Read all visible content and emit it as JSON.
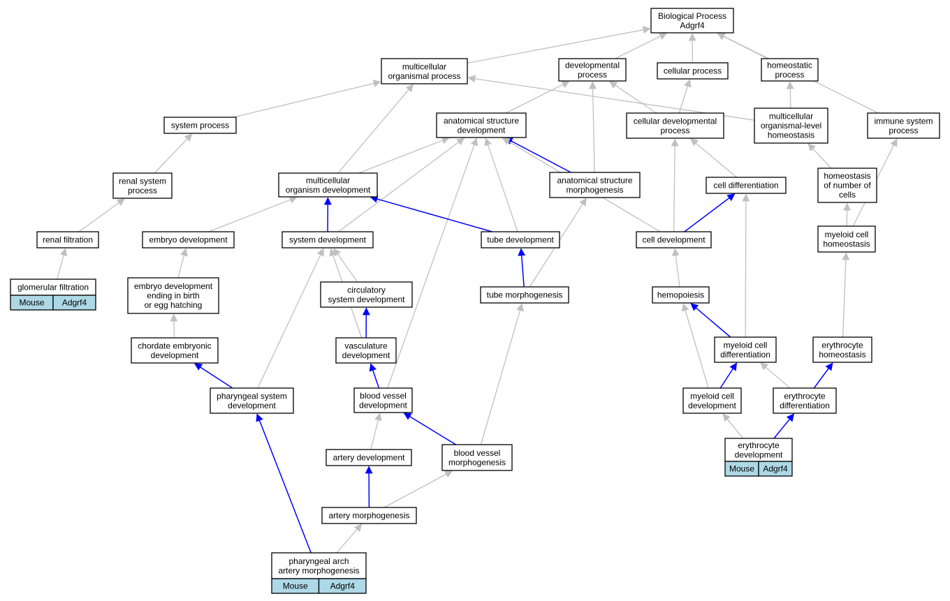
{
  "colors": {
    "is_a_edge": "#c0c0c0",
    "part_of_edge": "#0000ff",
    "annotation_fill": "#add8e6"
  },
  "nodes": {
    "root": [
      "Biological Process",
      "Adgrf4"
    ],
    "multicellular_organismal_process": [
      "multicellular",
      "organismal process"
    ],
    "developmental_process": [
      "developmental",
      "process"
    ],
    "cellular_process": [
      "cellular process"
    ],
    "homeostatic_process": [
      "homeostatic",
      "process"
    ],
    "system_process": [
      "system process"
    ],
    "anatomical_structure_development": [
      "anatomical structure",
      "development"
    ],
    "cellular_developmental_process": [
      "cellular developmental",
      "process"
    ],
    "multicellular_organismal_level_homeostasis": [
      "multicellular",
      "organismal-level",
      "homeostasis"
    ],
    "immune_system_process": [
      "immune system",
      "process"
    ],
    "renal_system_process": [
      "renal system",
      "process"
    ],
    "multicellular_organism_development": [
      "multicellular",
      "organism development"
    ],
    "anatomical_structure_morphogenesis": [
      "anatomical structure",
      "morphogenesis"
    ],
    "cell_differentiation": [
      "cell differentiation"
    ],
    "homeostasis_of_number_of_cells": [
      "homeostasis",
      "of number of",
      "cells"
    ],
    "renal_filtration": [
      "renal filtration"
    ],
    "embryo_development": [
      "embryo development"
    ],
    "system_development": [
      "system development"
    ],
    "tube_development": [
      "tube development"
    ],
    "cell_development": [
      "cell development"
    ],
    "myeloid_cell_homeostasis": [
      "myeloid cell",
      "homeostasis"
    ],
    "glomerular_filtration": [
      "glomerular filtration"
    ],
    "embryo_development_ending": [
      "embryo development",
      "ending in birth",
      "or egg hatching"
    ],
    "circulatory_system_development": [
      "circulatory",
      "system development"
    ],
    "tube_morphogenesis": [
      "tube morphogenesis"
    ],
    "hemopoiesis": [
      "hemopoiesis"
    ],
    "chordate_embryonic_development": [
      "chordate embryonic",
      "development"
    ],
    "vasculature_development": [
      "vasculature",
      "development"
    ],
    "myeloid_cell_differentiation": [
      "myeloid cell",
      "differentiation"
    ],
    "erythrocyte_homeostasis": [
      "erythrocyte",
      "homeostasis"
    ],
    "pharyngeal_system_development": [
      "pharyngeal system",
      "development"
    ],
    "blood_vessel_development": [
      "blood vessel",
      "development"
    ],
    "myeloid_cell_development": [
      "myeloid cell",
      "development"
    ],
    "erythrocyte_differentiation": [
      "erythrocyte",
      "differentiation"
    ],
    "artery_development": [
      "artery development"
    ],
    "blood_vessel_morphogenesis": [
      "blood vessel",
      "morphogenesis"
    ],
    "erythrocyte_development": [
      "erythrocyte",
      "development"
    ],
    "artery_morphogenesis": [
      "artery morphogenesis"
    ],
    "pharyngeal_arch_artery_morphogenesis": [
      "pharyngeal arch",
      "artery morphogenesis"
    ]
  },
  "annotations": {
    "glomerular_filtration": [
      "Mouse",
      "Adgrf4"
    ],
    "erythrocyte_development": [
      "Mouse",
      "Adgrf4"
    ],
    "pharyngeal_arch_artery_morphogenesis": [
      "Mouse",
      "Adgrf4"
    ]
  },
  "edges": [
    {
      "from": "multicellular_organismal_process",
      "to": "root",
      "type": "is_a"
    },
    {
      "from": "developmental_process",
      "to": "root",
      "type": "is_a"
    },
    {
      "from": "cellular_process",
      "to": "root",
      "type": "is_a"
    },
    {
      "from": "homeostatic_process",
      "to": "root",
      "type": "is_a"
    },
    {
      "from": "immune_system_process",
      "to": "root",
      "type": "is_a"
    },
    {
      "from": "system_process",
      "to": "multicellular_organismal_process",
      "type": "is_a"
    },
    {
      "from": "multicellular_organismal_level_homeostasis",
      "to": "multicellular_organismal_process",
      "type": "is_a"
    },
    {
      "from": "multicellular_organism_development",
      "to": "multicellular_organismal_process",
      "type": "is_a"
    },
    {
      "from": "anatomical_structure_development",
      "to": "developmental_process",
      "type": "is_a"
    },
    {
      "from": "anatomical_structure_morphogenesis",
      "to": "developmental_process",
      "type": "is_a"
    },
    {
      "from": "cellular_developmental_process",
      "to": "developmental_process",
      "type": "is_a"
    },
    {
      "from": "cellular_developmental_process",
      "to": "cellular_process",
      "type": "is_a"
    },
    {
      "from": "multicellular_organismal_level_homeostasis",
      "to": "homeostatic_process",
      "type": "is_a"
    },
    {
      "from": "renal_system_process",
      "to": "system_process",
      "type": "is_a"
    },
    {
      "from": "multicellular_organism_development",
      "to": "anatomical_structure_development",
      "type": "is_a"
    },
    {
      "from": "anatomical_structure_morphogenesis",
      "to": "anatomical_structure_development",
      "type": "part_of"
    },
    {
      "from": "system_development",
      "to": "anatomical_structure_development",
      "type": "is_a"
    },
    {
      "from": "tube_development",
      "to": "anatomical_structure_development",
      "type": "is_a"
    },
    {
      "from": "cell_development",
      "to": "anatomical_structure_development",
      "type": "is_a"
    },
    {
      "from": "blood_vessel_development",
      "to": "anatomical_structure_development",
      "type": "is_a"
    },
    {
      "from": "cell_differentiation",
      "to": "cellular_developmental_process",
      "type": "is_a"
    },
    {
      "from": "cell_development",
      "to": "cellular_developmental_process",
      "type": "is_a"
    },
    {
      "from": "homeostasis_of_number_of_cells",
      "to": "multicellular_organismal_level_homeostasis",
      "type": "is_a"
    },
    {
      "from": "myeloid_cell_homeostasis",
      "to": "immune_system_process",
      "type": "is_a"
    },
    {
      "from": "renal_filtration",
      "to": "renal_system_process",
      "type": "is_a"
    },
    {
      "from": "embryo_development",
      "to": "multicellular_organism_development",
      "type": "is_a"
    },
    {
      "from": "system_development",
      "to": "multicellular_organism_development",
      "type": "part_of"
    },
    {
      "from": "tube_development",
      "to": "multicellular_organism_development",
      "type": "part_of"
    },
    {
      "from": "tube_morphogenesis",
      "to": "anatomical_structure_morphogenesis",
      "type": "is_a"
    },
    {
      "from": "cell_development",
      "to": "cell_differentiation",
      "type": "part_of"
    },
    {
      "from": "myeloid_cell_differentiation",
      "to": "cell_differentiation",
      "type": "is_a"
    },
    {
      "from": "myeloid_cell_homeostasis",
      "to": "homeostasis_of_number_of_cells",
      "type": "is_a"
    },
    {
      "from": "glomerular_filtration",
      "to": "renal_filtration",
      "type": "is_a"
    },
    {
      "from": "embryo_development_ending",
      "to": "embryo_development",
      "type": "is_a"
    },
    {
      "from": "circulatory_system_development",
      "to": "system_development",
      "type": "is_a"
    },
    {
      "from": "vasculature_development",
      "to": "system_development",
      "type": "is_a"
    },
    {
      "from": "pharyngeal_system_development",
      "to": "system_development",
      "type": "is_a"
    },
    {
      "from": "tube_morphogenesis",
      "to": "tube_development",
      "type": "part_of"
    },
    {
      "from": "hemopoiesis",
      "to": "cell_development",
      "type": "is_a"
    },
    {
      "from": "erythrocyte_homeostasis",
      "to": "myeloid_cell_homeostasis",
      "type": "is_a"
    },
    {
      "from": "chordate_embryonic_development",
      "to": "embryo_development_ending",
      "type": "is_a"
    },
    {
      "from": "vasculature_development",
      "to": "circulatory_system_development",
      "type": "part_of"
    },
    {
      "from": "blood_vessel_morphogenesis",
      "to": "tube_morphogenesis",
      "type": "is_a"
    },
    {
      "from": "myeloid_cell_differentiation",
      "to": "hemopoiesis",
      "type": "part_of"
    },
    {
      "from": "myeloid_cell_development",
      "to": "hemopoiesis",
      "type": "is_a"
    },
    {
      "from": "pharyngeal_system_development",
      "to": "chordate_embryonic_development",
      "type": "part_of"
    },
    {
      "from": "blood_vessel_development",
      "to": "vasculature_development",
      "type": "part_of"
    },
    {
      "from": "myeloid_cell_development",
      "to": "myeloid_cell_differentiation",
      "type": "part_of"
    },
    {
      "from": "erythrocyte_differentiation",
      "to": "myeloid_cell_differentiation",
      "type": "is_a"
    },
    {
      "from": "erythrocyte_differentiation",
      "to": "erythrocyte_homeostasis",
      "type": "part_of"
    },
    {
      "from": "pharyngeal_arch_artery_morphogenesis",
      "to": "pharyngeal_system_development",
      "type": "part_of"
    },
    {
      "from": "artery_development",
      "to": "blood_vessel_development",
      "type": "is_a"
    },
    {
      "from": "blood_vessel_morphogenesis",
      "to": "blood_vessel_development",
      "type": "part_of"
    },
    {
      "from": "erythrocyte_development",
      "to": "myeloid_cell_development",
      "type": "is_a"
    },
    {
      "from": "erythrocyte_development",
      "to": "erythrocyte_differentiation",
      "type": "part_of"
    },
    {
      "from": "artery_morphogenesis",
      "to": "artery_development",
      "type": "part_of"
    },
    {
      "from": "artery_morphogenesis",
      "to": "blood_vessel_morphogenesis",
      "type": "is_a"
    },
    {
      "from": "pharyngeal_arch_artery_morphogenesis",
      "to": "artery_morphogenesis",
      "type": "is_a"
    }
  ]
}
